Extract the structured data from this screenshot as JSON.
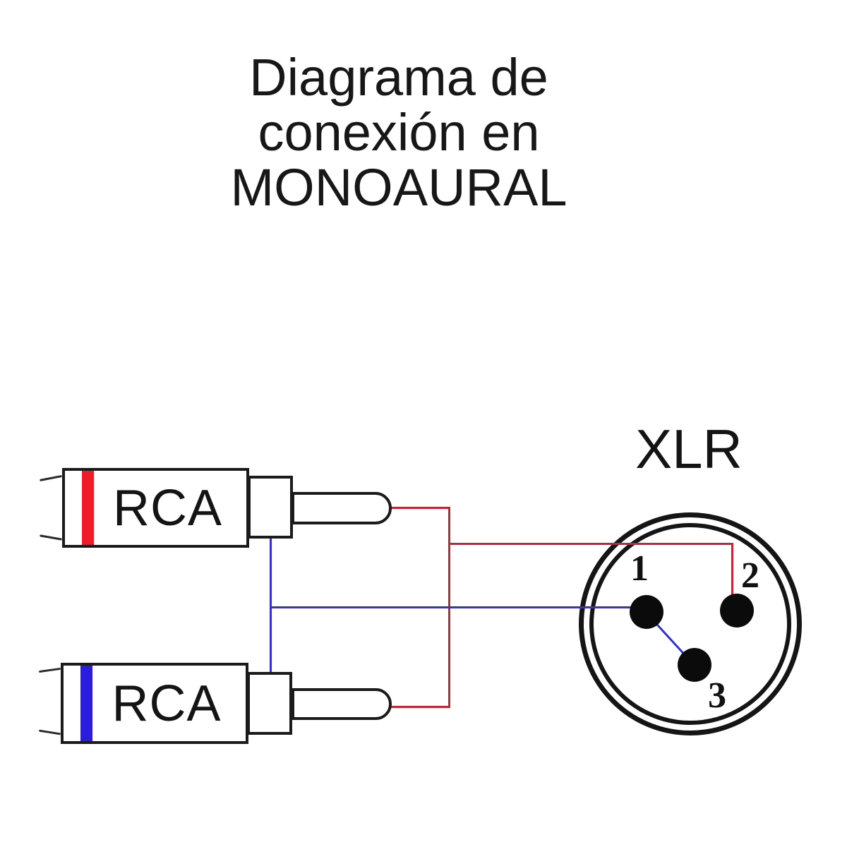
{
  "title": {
    "lines": [
      "Diagrama de",
      "conexión en",
      "MONOAURAL"
    ]
  },
  "rca_top": {
    "label": "RCA",
    "stripe_color": "#ee1b29"
  },
  "rca_bottom": {
    "label": "RCA",
    "stripe_color": "#2a1edb"
  },
  "xlr": {
    "label": "XLR",
    "pin_labels": [
      "1",
      "2",
      "3"
    ]
  },
  "colors": {
    "wire_red": "#c22535",
    "wire_blue": "#3232cf",
    "outline_black": "#1b1b1b"
  },
  "wiring": [
    {
      "wire": "red",
      "route": "RCA top tip and RCA bottom tip joined, branch to XLR pin 2"
    },
    {
      "wire": "blue",
      "route": "RCA top sleeve and RCA bottom sleeve joined, branch to XLR pin 1"
    },
    {
      "wire": "blue",
      "route": "XLR pin 1 bridged to XLR pin 3"
    }
  ]
}
